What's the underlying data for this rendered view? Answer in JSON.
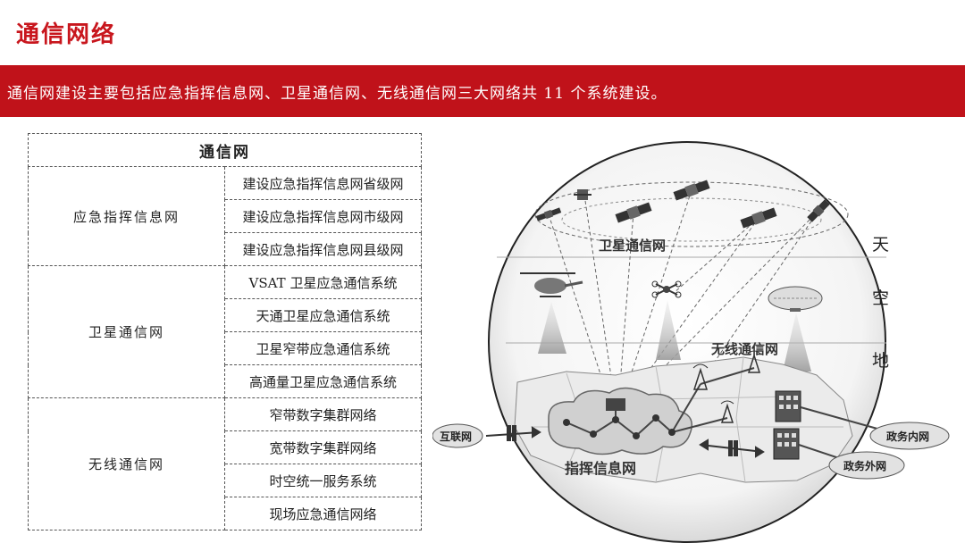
{
  "page": {
    "title": "通信网络",
    "banner": "通信网建设主要包括应急指挥信息网、卫星通信网、无线通信网三大网络共 11 个系统建设。"
  },
  "table": {
    "header": "通信网",
    "groups": [
      {
        "name": "应急指挥信息网",
        "items": [
          "建设应急指挥信息网省级网",
          "建设应急指挥信息网市级网",
          "建设应急指挥信息网县级网"
        ]
      },
      {
        "name": "卫星通信网",
        "items": [
          "VSAT 卫星应急通信系统",
          "天通卫星应急通信系统",
          "卫星窄带应急通信系统",
          "高通量卫星应急通信系统"
        ]
      },
      {
        "name": "无线通信网",
        "items": [
          "窄带数字集群网络",
          "宽带数字集群网络",
          "时空统一服务系统",
          "现场应急通信网络"
        ]
      }
    ]
  },
  "diagram": {
    "layers": [
      "天",
      "空",
      "地"
    ],
    "satellite_label": "卫星通信网",
    "wireless_label": "无线通信网",
    "command_label": "指挥信息网",
    "internet_label": "互联网",
    "gov_intranet_label": "政务内网",
    "gov_extranet_label": "政务外网"
  }
}
